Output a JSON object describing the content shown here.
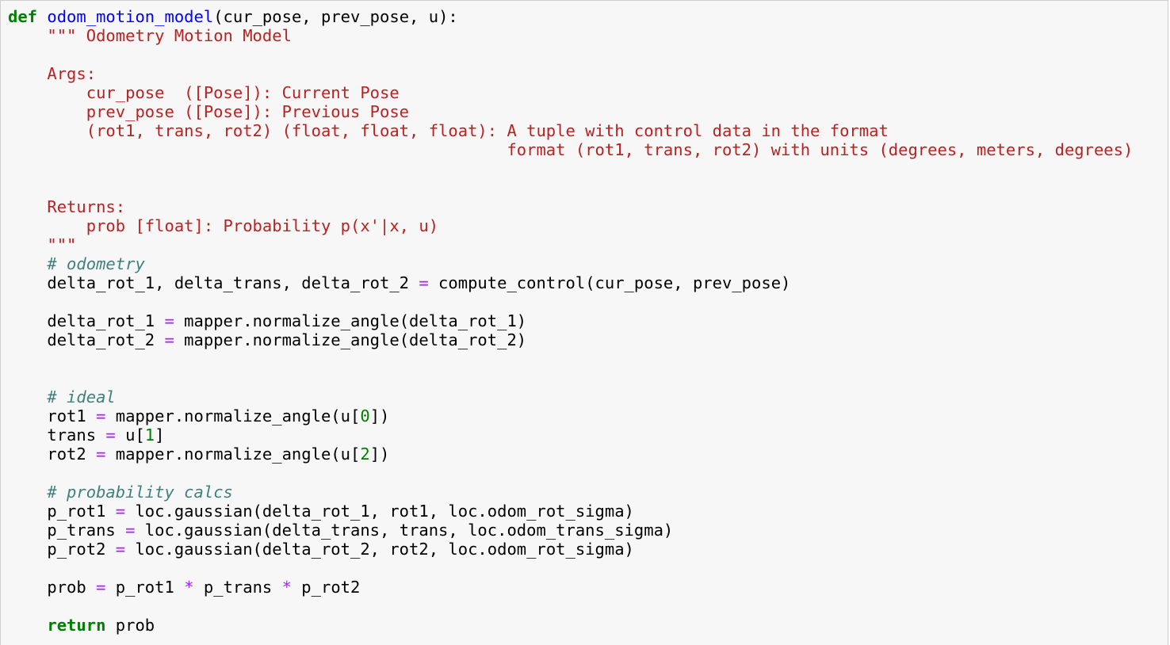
{
  "editor": {
    "language": "python",
    "colors": {
      "background": "#f7f7f7",
      "keyword": "#008000",
      "function_name": "#0000ff",
      "string": "#ba2121",
      "comment": "#408080",
      "operator": "#aa22ff",
      "number": "#008000"
    },
    "lines": [
      [
        {
          "t": "kw",
          "v": "def"
        },
        {
          "t": "",
          "v": " "
        },
        {
          "t": "fn",
          "v": "odom_motion_model"
        },
        {
          "t": "",
          "v": "(cur_pose, prev_pose, u):"
        }
      ],
      [
        {
          "t": "",
          "v": "    "
        },
        {
          "t": "str",
          "v": "\"\"\" Odometry Motion Model"
        }
      ],
      [],
      [
        {
          "t": "str",
          "v": "    Args:"
        }
      ],
      [
        {
          "t": "str",
          "v": "        cur_pose  ([Pose]): Current Pose"
        }
      ],
      [
        {
          "t": "str",
          "v": "        prev_pose ([Pose]): Previous Pose"
        }
      ],
      [
        {
          "t": "str",
          "v": "        (rot1, trans, rot2) (float, float, float): A tuple with control data in the format"
        }
      ],
      [
        {
          "t": "str",
          "v": "                                                   format (rot1, trans, rot2) with units (degrees, meters, degrees)"
        }
      ],
      [],
      [],
      [
        {
          "t": "str",
          "v": "    Returns:"
        }
      ],
      [
        {
          "t": "str",
          "v": "        prob [float]: Probability p(x'|x, u)"
        }
      ],
      [
        {
          "t": "str",
          "v": "    \"\"\""
        }
      ],
      [
        {
          "t": "",
          "v": "    "
        },
        {
          "t": "cm",
          "v": "# odometry"
        }
      ],
      [
        {
          "t": "",
          "v": "    delta_rot_1, delta_trans, delta_rot_2 "
        },
        {
          "t": "op",
          "v": "="
        },
        {
          "t": "",
          "v": " compute_control(cur_pose, prev_pose)"
        }
      ],
      [],
      [
        {
          "t": "",
          "v": "    delta_rot_1 "
        },
        {
          "t": "op",
          "v": "="
        },
        {
          "t": "",
          "v": " mapper.normalize_angle(delta_rot_1)"
        }
      ],
      [
        {
          "t": "",
          "v": "    delta_rot_2 "
        },
        {
          "t": "op",
          "v": "="
        },
        {
          "t": "",
          "v": " mapper.normalize_angle(delta_rot_2)"
        }
      ],
      [],
      [],
      [
        {
          "t": "",
          "v": "    "
        },
        {
          "t": "cm",
          "v": "# ideal"
        }
      ],
      [
        {
          "t": "",
          "v": "    rot1 "
        },
        {
          "t": "op",
          "v": "="
        },
        {
          "t": "",
          "v": " mapper.normalize_angle(u["
        },
        {
          "t": "num",
          "v": "0"
        },
        {
          "t": "",
          "v": "])"
        }
      ],
      [
        {
          "t": "",
          "v": "    trans "
        },
        {
          "t": "op",
          "v": "="
        },
        {
          "t": "",
          "v": " u["
        },
        {
          "t": "num",
          "v": "1"
        },
        {
          "t": "",
          "v": "]"
        }
      ],
      [
        {
          "t": "",
          "v": "    rot2 "
        },
        {
          "t": "op",
          "v": "="
        },
        {
          "t": "",
          "v": " mapper.normalize_angle(u["
        },
        {
          "t": "num",
          "v": "2"
        },
        {
          "t": "",
          "v": "])"
        }
      ],
      [],
      [
        {
          "t": "",
          "v": "    "
        },
        {
          "t": "cm",
          "v": "# probability calcs"
        }
      ],
      [
        {
          "t": "",
          "v": "    p_rot1 "
        },
        {
          "t": "op",
          "v": "="
        },
        {
          "t": "",
          "v": " loc.gaussian(delta_rot_1, rot1, loc.odom_rot_sigma)"
        }
      ],
      [
        {
          "t": "",
          "v": "    p_trans "
        },
        {
          "t": "op",
          "v": "="
        },
        {
          "t": "",
          "v": " loc.gaussian(delta_trans, trans, loc.odom_trans_sigma)"
        }
      ],
      [
        {
          "t": "",
          "v": "    p_rot2 "
        },
        {
          "t": "op",
          "v": "="
        },
        {
          "t": "",
          "v": " loc.gaussian(delta_rot_2, rot2, loc.odom_rot_sigma)"
        }
      ],
      [],
      [
        {
          "t": "",
          "v": "    prob "
        },
        {
          "t": "op",
          "v": "="
        },
        {
          "t": "",
          "v": " p_rot1 "
        },
        {
          "t": "op",
          "v": "*"
        },
        {
          "t": "",
          "v": " p_trans "
        },
        {
          "t": "op",
          "v": "*"
        },
        {
          "t": "",
          "v": " p_rot2"
        }
      ],
      [],
      [
        {
          "t": "",
          "v": "    "
        },
        {
          "t": "kw",
          "v": "return"
        },
        {
          "t": "",
          "v": " prob"
        }
      ]
    ]
  }
}
